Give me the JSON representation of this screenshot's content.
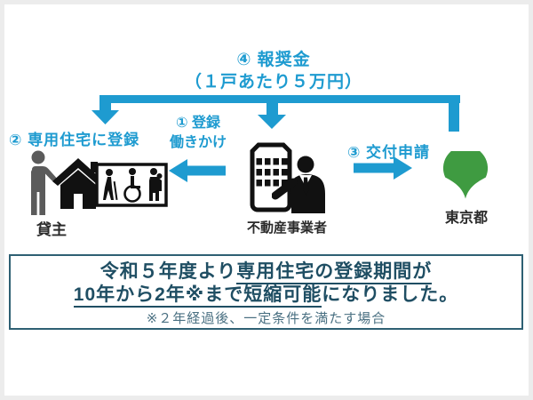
{
  "reward": {
    "label_line1": "④ 報奨金",
    "label_line2": "（１戸あたり５万円）"
  },
  "steps": {
    "step1_line1": "① 登録",
    "step1_line2": "働きかけ",
    "step2": "② 専用住宅に登録",
    "step3": "③ 交付申請"
  },
  "entities": {
    "landlord_label": "貸主",
    "realtor_label": "不動産事業者",
    "tokyo_label": "東京都"
  },
  "notice": {
    "line1_prefix": "令和５年度より",
    "line1_underlined": "専用住宅の登録期間が",
    "line2_underlined": "10年から2年※まで短縮可能",
    "line2_suffix": "になりました。",
    "footnote": "※２年経過後、一定条件を満たす場合"
  },
  "icons": {
    "landlord": "person-icon",
    "house": "house-icon",
    "signboard": "accessible-tenants-signboard-icon",
    "realtor_building": "office-building-icon",
    "realtor_agent": "businessman-icon",
    "tokyo_symbol": "tokyo-ginkgo-leaf-icon",
    "reward_flow": "down-arrows-bracket-icon",
    "step1_arrow": "left-arrow-icon",
    "step3_arrow": "right-arrow-icon"
  },
  "colors": {
    "accent_blue": "#1E9BD0",
    "navy_text": "#1F4E63",
    "note_text": "#4A7082",
    "tokyo_green": "#3F9B41",
    "icon_black": "#111111",
    "icon_gray": "#5B5B5B",
    "label_dark": "#2B2B2B"
  }
}
